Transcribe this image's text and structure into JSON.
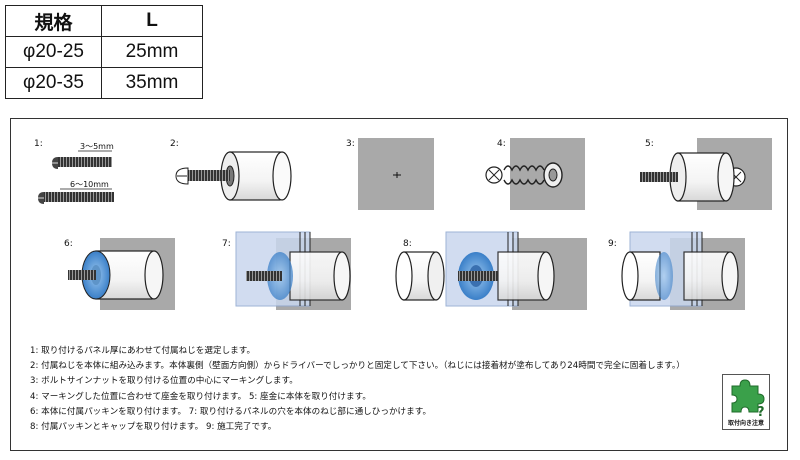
{
  "spec_table": {
    "headers": [
      "規格",
      "L"
    ],
    "rows": [
      [
        "φ20-25",
        "25mm"
      ],
      [
        "φ20-35",
        "35mm"
      ]
    ]
  },
  "steps": {
    "labels": [
      "1:",
      "2:",
      "3:",
      "4:",
      "5:",
      "6:",
      "7:",
      "8:",
      "9:"
    ],
    "screw_dims": [
      "3～5mm",
      "6～10mm"
    ]
  },
  "instructions": [
    "1:  取り付けるパネル厚にあわせて付属ねじを選定します。",
    "2:  付属ねじを本体に組み込みます。本体裏側（壁面方向側）からドライバーでしっかりと固定して下さい。（ねじには接着材が塗布してあり24時間で完全に固着します。）",
    "3:  ボルトサインナットを取り付ける位置の中心にマーキングします。",
    "4:  マーキングした位置に合わせて座金を取り付けます。  5:  座金に本体を取り付けます。",
    "6:  本体に付属パッキンを取り付けます。  7:  取り付けるパネルの穴を本体のねじ部に通しひっかけます。",
    "8:  付属パッキンとキャップを取り付けます。  9:  施工完了です。"
  ],
  "badge": {
    "label": "取付向き注意",
    "icon": "puzzle-question-icon",
    "color": "#3aa04a"
  },
  "colors": {
    "wall": "#a9a9a9",
    "packing": "#4a8fd6",
    "glass": "#c9d7ee"
  }
}
